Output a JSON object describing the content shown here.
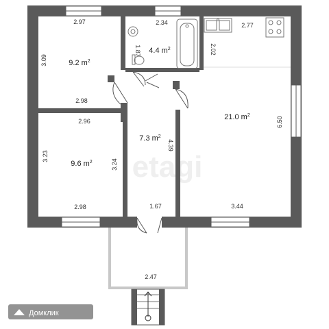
{
  "plan": {
    "rooms": [
      {
        "id": "bedroom-1",
        "area": "9.2 m",
        "unit_sup": "2"
      },
      {
        "id": "bathroom",
        "area": "4.4 m",
        "unit_sup": "2"
      },
      {
        "id": "living-kitchen",
        "area": "21.0 m",
        "unit_sup": "2"
      },
      {
        "id": "hall",
        "area": "7.3 m",
        "unit_sup": "2"
      },
      {
        "id": "bedroom-2",
        "area": "9.6 m",
        "unit_sup": "2"
      }
    ],
    "dimensions": {
      "d297": "2.97",
      "d309": "3.09",
      "d298a": "2.98",
      "d296": "2.96",
      "d323": "3.23",
      "d324": "3.24",
      "d298b": "2.98",
      "d234": "2.34",
      "d187": "1.87",
      "d202": "2.02",
      "d277": "2.77",
      "d650": "6.50",
      "d439": "4.39",
      "d167": "1.67",
      "d344": "3.44",
      "d247": "2.47"
    },
    "watermark": "etagi",
    "brand": "Домклик"
  },
  "colors": {
    "wall": "#5a5a5a",
    "window": "#ffffff",
    "fixture": "#777777",
    "brand_bg": "#3b3b3b"
  }
}
